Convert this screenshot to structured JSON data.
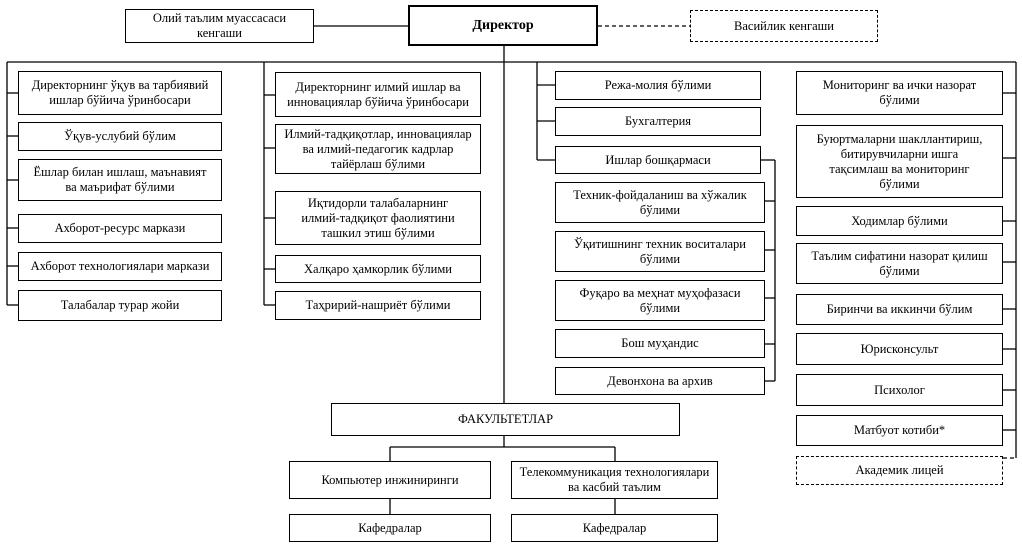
{
  "top": {
    "director": "Директор",
    "higher_council": "Олий таълим муассасаси кенгаши",
    "trustee_council": "Васийлик кенгаши"
  },
  "col1": {
    "head": "Директорнинг ўқув ва тарбиявий\nишлар бўйича ўринбосари",
    "items": [
      "Ўқув-услубий бўлим",
      "Ёшлар билан ишлаш, маънавият\nва маърифат бўлими",
      "Ахборот-ресурс маркази",
      "Ахборот технологиялари маркази",
      "Талабалар турар жойи"
    ]
  },
  "col2": {
    "head": "Директорнинг илмий ишлар ва\nинновациялар бўйича ўринбосари",
    "items": [
      "Илмий-тадқиқотлар, инновациялар\nва илмий-педагогик кадрлар\nтайёрлаш бўлими",
      "Иқтидорли талабаларнинг\nилмий-тадқиқот фаолиятини\nташкил этиш бўлими",
      "Халқаро ҳамкорлик бўлими",
      "Таҳририй-нашриёт бўлими"
    ]
  },
  "col3": {
    "top_items": [
      "Режа-молия бўлими",
      "Бухгалтерия",
      "Ишлар бошқармаси"
    ],
    "sub_items": [
      "Техник-фойдаланиш ва хўжалик\nбўлими",
      "Ўқитишнинг техник воситалари\nбўлими",
      "Фуқаро ва меҳнат муҳофазаси\nбўлими",
      "Бош муҳандис",
      "Девонхона ва архив"
    ]
  },
  "col4": {
    "items": [
      "Мониторинг ва ички назорат\nбўлими",
      "Буюртмаларни шакллантириш,\nбитирувчиларни ишга\nтақсимлаш ва мониторинг\nбўлими",
      "Ходимлар бўлими",
      "Таълим сифатини назорат қилиш\nбўлими",
      "Биринчи ва иккинчи бўлим",
      "Юрисконсульт",
      "Психолог",
      "Матбуот котиби*"
    ],
    "lyceum": "Академик лицей"
  },
  "faculties": {
    "title": "ФАКУЛЬТЕТЛАР",
    "computer": "Компьютер инжиниринги",
    "telecom": "Телекоммуникация технологиялари\nва касбий таълим",
    "dept_left": "Кафедралар",
    "dept_right": "Кафедралар"
  }
}
